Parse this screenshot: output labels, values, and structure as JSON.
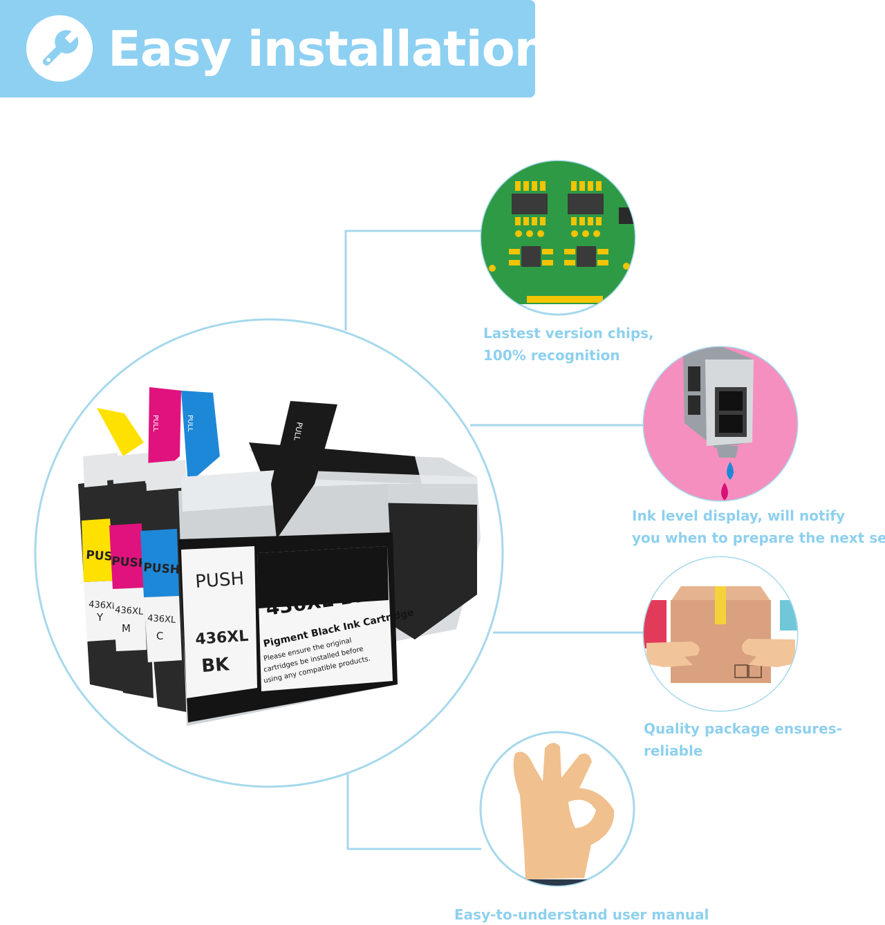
{
  "banner": {
    "title": "Easy installation",
    "icon": "wrench-icon",
    "background": "#8dd0f2"
  },
  "product": {
    "cartridges": [
      {
        "color_name": "Y",
        "model": "436XL",
        "push": "PUSH",
        "color": "#ffe100"
      },
      {
        "color_name": "M",
        "model": "436XL",
        "push": "PUSH",
        "color": "#e0127d"
      },
      {
        "color_name": "C",
        "model": "436XL",
        "push": "PUSH",
        "color": "#1e88d8"
      },
      {
        "color_name": "BK",
        "model": "436XL",
        "push": "PUSH",
        "color": "#111111"
      }
    ],
    "tab_text": "PULL",
    "label_title": "436XL BK",
    "label_subtitle": "Pigment Black Ink Cartridge",
    "label_note_1": "Please ensure the original",
    "label_note_2": "cartridges be installed before",
    "label_note_3": "using any compatible products."
  },
  "features": [
    {
      "icon": "chip-icon",
      "lines": [
        "Lastest version chips,",
        "100% recognition"
      ]
    },
    {
      "icon": "ink-level-icon",
      "lines": [
        "Ink level display, will notify",
        "you when to prepare the next set"
      ]
    },
    {
      "icon": "package-icon",
      "lines": [
        "Quality package ensures-",
        "reliable"
      ]
    },
    {
      "icon": "ok-hand-icon",
      "lines": [
        "Easy-to-understand user manual"
      ]
    }
  ],
  "colors": {
    "accent": "#8ed0ee",
    "connector": "#a6d8ec",
    "pcb": "#2e9a45",
    "ink_bg": "#f58fbf",
    "box": "#d9a17f",
    "hand": "#f0c08e"
  }
}
